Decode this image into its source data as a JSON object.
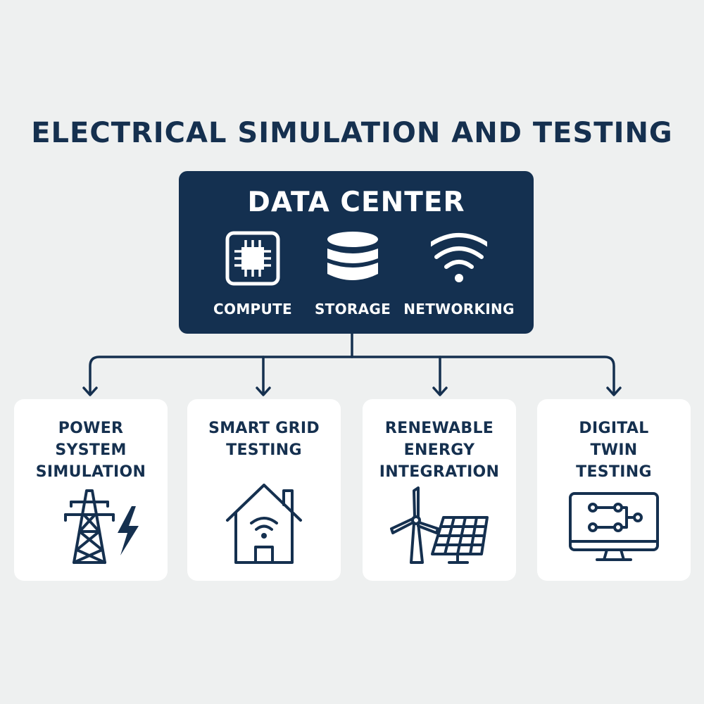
{
  "title": "ELECTRICAL SIMULATION AND TESTING",
  "data_center": {
    "title": "DATA CENTER",
    "items": [
      {
        "label": "COMPUTE",
        "icon": "cpu-chip-icon"
      },
      {
        "label": "STORAGE",
        "icon": "database-icon"
      },
      {
        "label": "NETWORKING",
        "icon": "wifi-icon"
      }
    ]
  },
  "cards": [
    {
      "lines": [
        "POWER",
        "SYSTEM",
        "SIMULATION"
      ],
      "icon": "transmission-tower-lightning-icon"
    },
    {
      "lines": [
        "SMART GRID",
        "TESTING"
      ],
      "icon": "smart-home-icon"
    },
    {
      "lines": [
        "RENEWABLE",
        "ENERGY",
        "INTEGRATION"
      ],
      "icon": "wind-turbine-solar-panel-icon"
    },
    {
      "lines": [
        "DIGITAL",
        "TWIN",
        "TESTING"
      ],
      "icon": "monitor-network-icon"
    }
  ],
  "colors": {
    "navy": "#143050",
    "background": "#eef0f0",
    "card": "#ffffff"
  }
}
